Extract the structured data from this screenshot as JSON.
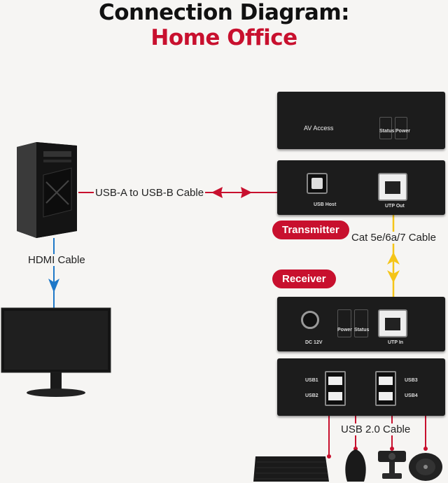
{
  "title_line1": "Connection Diagram:",
  "title_line2": "Home Office",
  "labels": {
    "usb_a_to_b": "USB-A to USB-B Cable",
    "hdmi": "HDMI Cable",
    "cat": "Cat 5e/6a/7 Cable",
    "usb2": "USB 2.0 Cable"
  },
  "badges": {
    "transmitter": "Transmitter",
    "receiver": "Receiver"
  },
  "device_text": {
    "brand": "AV Access",
    "status": "Status",
    "power": "Power",
    "usb_host": "USB Host",
    "utp_out": "UTP Out",
    "utp_in": "UTP In",
    "dc": "DC 12V",
    "usb1": "USB1",
    "usb2": "USB2",
    "usb3": "USB3",
    "usb4": "USB4"
  },
  "colors": {
    "red": "#c8102e",
    "blue": "#1e78c8",
    "yellow": "#f5c518"
  },
  "icons": [
    "pc-tower-icon",
    "monitor-icon",
    "keyboard-icon",
    "mouse-icon",
    "webcam-icon",
    "speakerphone-icon"
  ]
}
